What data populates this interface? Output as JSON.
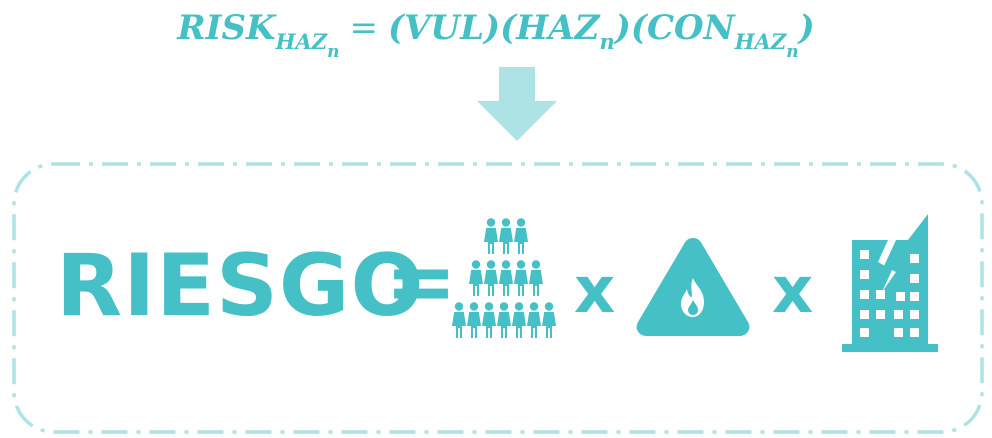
{
  "formula": {
    "risk": "RISK",
    "risk_sub": "HAZ",
    "risk_subsub": "n",
    "equals": "=",
    "vul": "(VUL)",
    "haz_open": "(HAZ",
    "haz_subsub": "n",
    "haz_close": ")",
    "con_open": "(CON",
    "con_sub": "HAZ",
    "con_subsub": "n",
    "con_close": ")"
  },
  "equation": {
    "lhs": "RIESGO",
    "equals": "=",
    "times_1": "x",
    "times_2": "x"
  },
  "icons": {
    "vulnerability": "people-pyramid-icon",
    "hazard": "fire-warning-triangle-icon",
    "consequence": "damaged-building-icon"
  },
  "colors": {
    "primary": "#45c0c6",
    "arrow": "#aee3e6",
    "frame": "#aee3e6"
  }
}
